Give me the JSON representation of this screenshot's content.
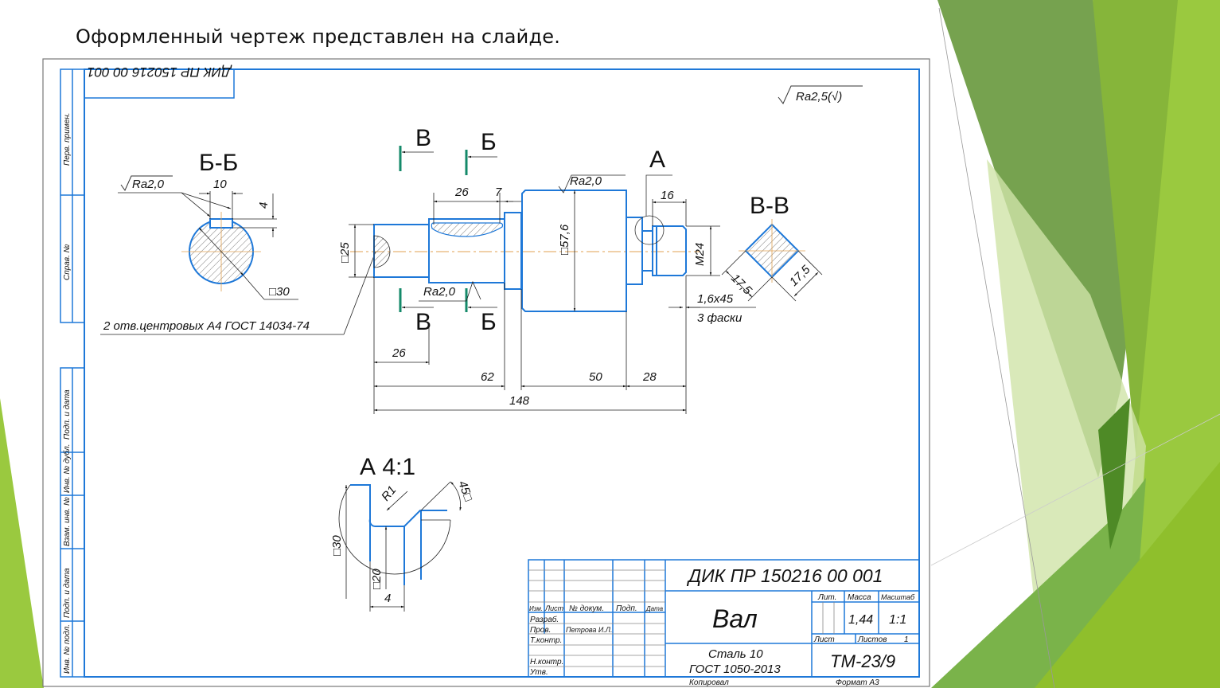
{
  "slide": {
    "title": "Оформленный чертеж представлен на слайде.",
    "theme_colors": {
      "green_dark": "#6a9a40",
      "green_mid": "#7aad4a",
      "green_light": "#9ac93f",
      "green_pale": "#d6e8b4",
      "outline_blue": "#1e78d8",
      "axis_orange": "#e0a050",
      "section_mark": "#148a6a"
    }
  },
  "drawing": {
    "doc_code_rotated": "ДИК ПР 150216 00 001",
    "roughness_general": "Ra2,5(√)",
    "side_strip": {
      "top": [
        "Перв. примен.",
        "Справ. №"
      ],
      "bottom": [
        "Подп. и дата",
        "Инв. № дубл.",
        "Взам. инв. №",
        "Подп. и дата",
        "Инв. № подл."
      ]
    },
    "section_bb": {
      "title": "Б-Б",
      "roughness": "Ra2,0",
      "dim_width": "10",
      "dim_depth": "4",
      "dim_diameter": "□30"
    },
    "main_view": {
      "cut_labels": [
        "В",
        "Б",
        "В",
        "Б"
      ],
      "detail_label": "А",
      "dims": {
        "keyway_length": "26",
        "groove": "7",
        "roughness_top": "Ra2,0",
        "roughness_bottom": "Ra2,0",
        "diameter_left": "□25",
        "diameter_main": "□57,6",
        "thread_length": "16",
        "thread": "M24",
        "chamfer": "1,6x45",
        "chamfer_note": "3 фаски",
        "len_26": "26",
        "len_62": "62",
        "len_50": "50",
        "len_28": "28",
        "len_total": "148"
      },
      "center_holes_note": "2 отв.центровых А4 ГОСТ 14034-74"
    },
    "section_vv": {
      "title": "В-В",
      "dim_a": "17,5",
      "dim_b": "17,5"
    },
    "detail_a": {
      "title": "А 4:1",
      "radius": "R1",
      "angle": "45□",
      "dia_30": "□30",
      "dia_20": "□20",
      "width": "4"
    },
    "title_block": {
      "designation": "ДИК ПР 150216 00 001",
      "name": "Вал",
      "material_line1": "Сталь 10",
      "material_line2": "ГОСТ 1050-2013",
      "org": "ТМ-23/9",
      "col_headers": [
        "Изм.",
        "Лист",
        "№ докум.",
        "Подп.",
        "Дата"
      ],
      "rows": [
        "Разраб.",
        "Пров.",
        "Т.контр.",
        "",
        "Н.контр.",
        "Утв."
      ],
      "checker_name": "Петрова И.Л.",
      "lit_label": "Лит.",
      "mass_label": "Масса",
      "scale_label": "Масштаб",
      "mass_value": "1,44",
      "scale_value": "1:1",
      "sheet_label": "Лист",
      "sheets_label": "Листов",
      "sheets_value": "1",
      "copied_label": "Копировал",
      "format_label": "Формат  А3"
    }
  }
}
